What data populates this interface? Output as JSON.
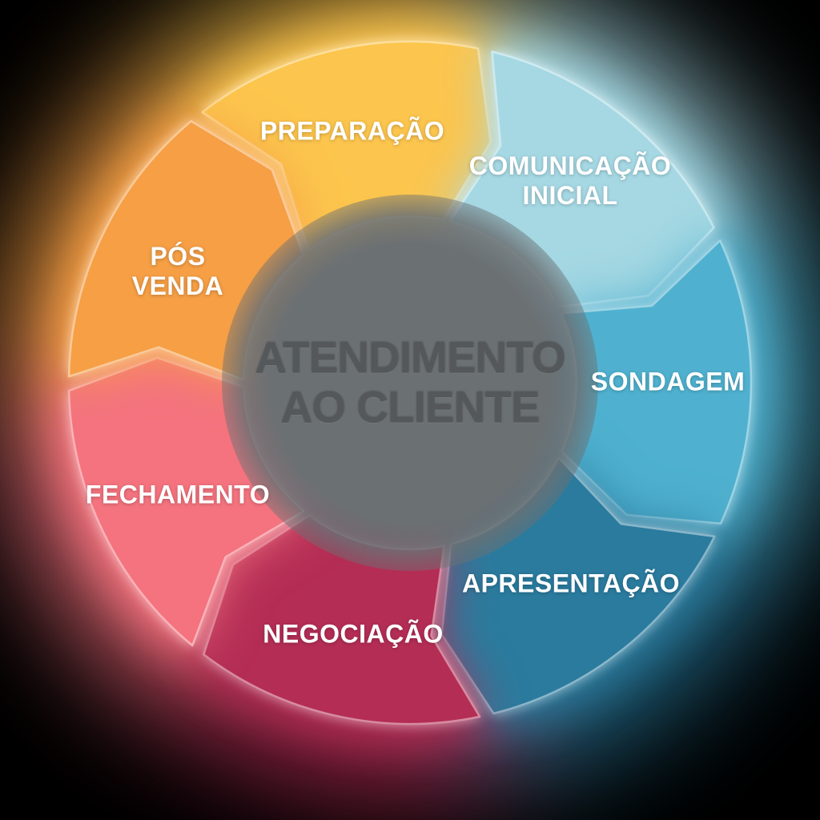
{
  "diagram": {
    "type": "cycle",
    "direction": "clockwise",
    "center_title_lines": [
      "ATENDIMENTO",
      "AO CLIENTE"
    ],
    "colors": {
      "background": "#000000",
      "center_disc": "#6b7073",
      "center_title": "#54585b",
      "label_text": "#ffffff"
    },
    "segments": [
      {
        "id": "preparacao",
        "label_lines": [
          "PREPARAÇÃO"
        ],
        "color": "#fcc54d",
        "mid_angle": -13.0
      },
      {
        "id": "comunicacao-inicial",
        "label_lines": [
          "COMUNICAÇÃO",
          "INICIAL"
        ],
        "color": "#a5d8e3",
        "mid_angle": 38.43
      },
      {
        "id": "sondagem",
        "label_lines": [
          "SONDAGEM"
        ],
        "color": "#4fb1cf",
        "mid_angle": 89.86
      },
      {
        "id": "apresentacao",
        "label_lines": [
          "APRESENTAÇÃO"
        ],
        "color": "#2a7b9e",
        "mid_angle": 141.29
      },
      {
        "id": "negociacao",
        "label_lines": [
          "NEGOCIAÇÃO"
        ],
        "color": "#b42d55",
        "mid_angle": 192.71
      },
      {
        "id": "fechamento",
        "label_lines": [
          "FECHAMENTO"
        ],
        "color": "#f4737e",
        "mid_angle": 244.14
      },
      {
        "id": "pos-venda",
        "label_lines": [
          "PÓS",
          "VENDA"
        ],
        "color": "#f69f45",
        "mid_angle": 295.57
      }
    ]
  }
}
